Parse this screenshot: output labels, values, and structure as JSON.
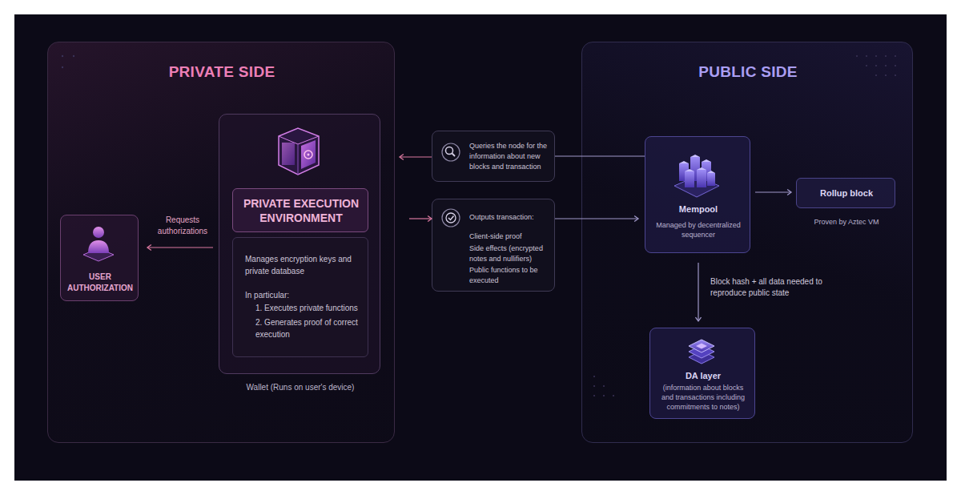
{
  "diagram": {
    "nodes": [
      {
        "text": [
          "PRIVATE SIDE"
        ]
      },
      {
        "text": [
          "USER AUTHORIZATION"
        ],
        "in": 0
      },
      {
        "text": [
          "Wallet (Runs on user's device)"
        ],
        "in": 0
      },
      {
        "text": [
          "PRIVATE EXECUTION ENVIRONMENT"
        ],
        "in": 2
      },
      {
        "text": [
          "Manages encryption keys and private database",
          "In particular:",
          "1. Executes private functions",
          "2. Generates proof of correct execution"
        ],
        "in": 2
      },
      {
        "text": [
          "Queries the node for the information about new blocks and transaction"
        ]
      },
      {
        "text": [
          "Outputs transaction:",
          "Client-side proof",
          "Side effects (encrypted notes and nullifiers)",
          "Public functions to be executed"
        ]
      },
      {
        "text": [
          "PUBLIC SIDE"
        ]
      },
      {
        "text": [
          "Mempool",
          "Managed by decentralized sequencer"
        ],
        "in": 7
      },
      {
        "text": [
          "Rollup block",
          "Proven by Aztec VM"
        ],
        "in": 7
      },
      {
        "text": [
          "DA layer",
          "(information about blocks and transactions including commitments to notes)"
        ],
        "in": 7
      }
    ],
    "edges": [
      {
        "from": 2,
        "to": 1,
        "arrow": "to",
        "label": "Requests authorizations"
      },
      {
        "from": 8,
        "to": 5,
        "arrow": "none"
      },
      {
        "from": 5,
        "to": 2,
        "arrow": "to"
      },
      {
        "from": 2,
        "to": 6,
        "arrow": "to"
      },
      {
        "from": 6,
        "to": 8,
        "arrow": "to"
      },
      {
        "from": 8,
        "to": 9,
        "arrow": "to"
      },
      {
        "from": 8,
        "to": 10,
        "arrow": "to",
        "label": "Block hash + all data needed to reproduce public state"
      }
    ]
  }
}
